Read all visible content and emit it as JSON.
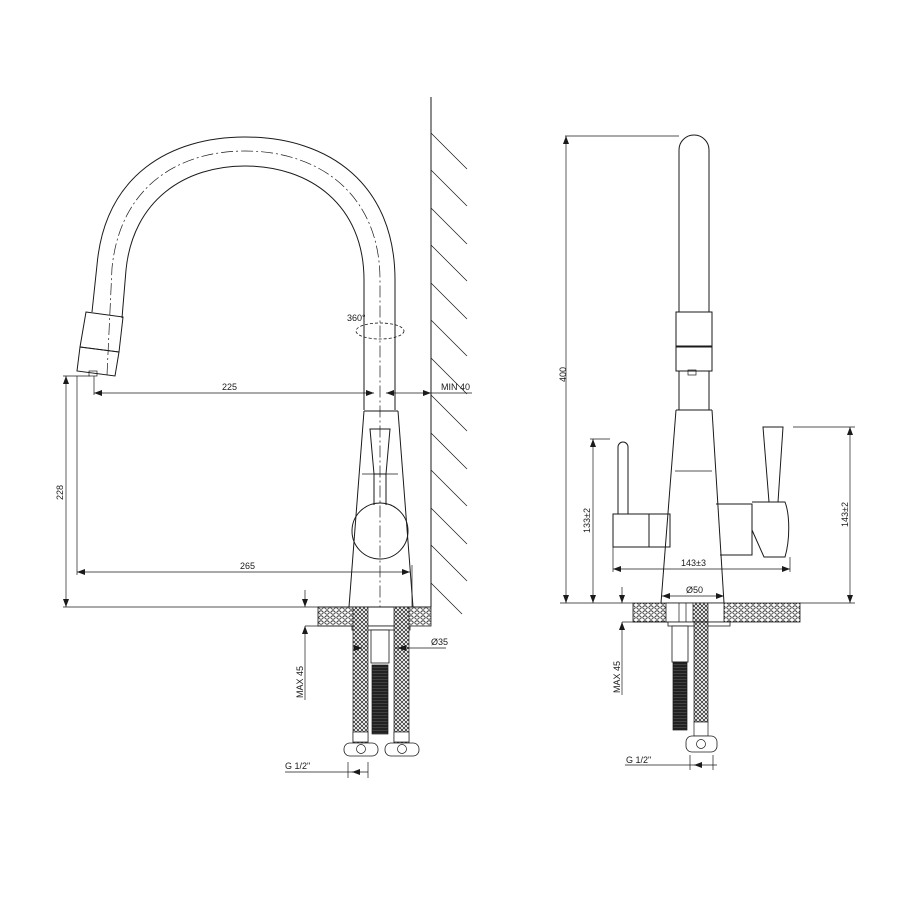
{
  "side_view": {
    "rotation_label": "360°",
    "dim_reach": "225",
    "dim_wall_clearance": "MIN 40",
    "dim_spout_height": "228",
    "dim_total_reach": "265",
    "dim_hole_diameter": "Ø35",
    "dim_max_counter": "MAX 45",
    "dim_thread": "G 1/2\""
  },
  "front_view": {
    "dim_total_height": "400",
    "dim_left_handle_height": "133±2",
    "dim_right_handle_height": "143±2",
    "dim_handle_span": "143±3",
    "dim_base_diameter": "Ø50",
    "dim_max_counter": "MAX 45",
    "dim_thread": "G 1/2\""
  },
  "colors": {
    "line": "#1a1a1a",
    "background": "#ffffff"
  }
}
